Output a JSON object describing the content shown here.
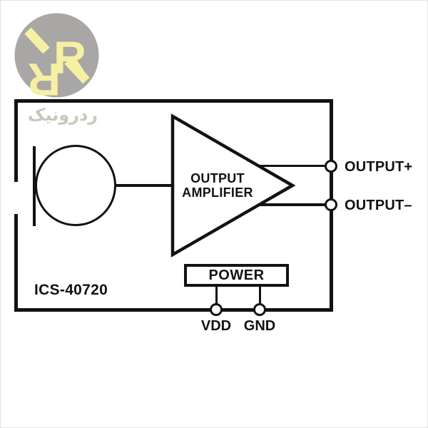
{
  "brand": {
    "monogram_letter": "R",
    "watermark_text": "ردرونیک"
  },
  "chip": {
    "part_number": "ICS-40720",
    "amplifier_label_line1": "OUTPUT",
    "amplifier_label_line2": "AMPLIFIER",
    "power_block_label": "POWER",
    "pin_labels": {
      "output_plus": "OUTPUT+",
      "output_minus": "OUTPUT–",
      "vdd": "VDD",
      "gnd": "GND"
    }
  },
  "colors": {
    "diagram_line": "#121212",
    "logo_circle_gray": "#a9a6a6",
    "logo_letter_yellow": "#f6f0a2",
    "watermark_text_color": "#cbc7b8",
    "background": "#ffffff"
  }
}
